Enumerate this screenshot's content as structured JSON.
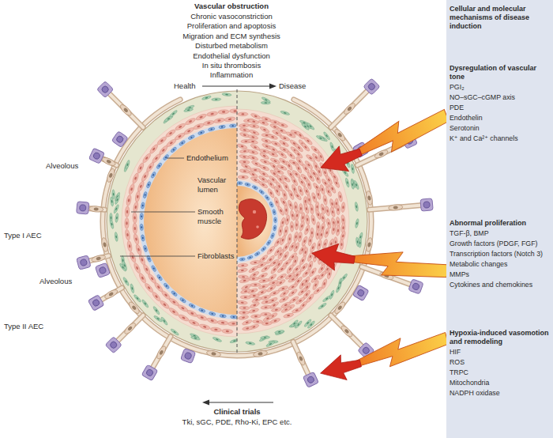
{
  "diagram": {
    "nodes": [
      {
        "text": [
          "Cellular and molecular mechanisms of disease induction",
          "Dysregulation of vascular tone",
          "PGI₂",
          "NO–sGC–cGMP axis",
          "PDE",
          "Endothelin",
          "Serotonin",
          "K⁺ and Ca²⁺ channels",
          "Abnormal proliferation",
          "TGF-β, BMP",
          "Growth factors (PDGF, FGF)",
          "Transcription factors (Notch 3)",
          "Metabolic changes",
          "MMPs",
          "Cytokines and chemokines",
          "Hypoxia-induced vasomotion and remodeling",
          "HIF",
          "ROS",
          "TRPC",
          "Mitochondria",
          "NADPH oxidase"
        ]
      }
    ],
    "labels": [
      "Vascular obstruction",
      "Chronic vasoconstriction",
      "Proliferation and apoptosis",
      "Migration and ECM synthesis",
      "Disturbed metabolism",
      "Endothelial dysfunction",
      "In situ thrombosis",
      "Inflammation",
      "Health",
      "Disease",
      "Alveolous",
      "Type I AEC",
      "Alveolous",
      "Type II AEC",
      "Endothelium",
      "Vascular lumen",
      "Smooth muscle",
      "Fibroblasts",
      "Clinical trials",
      "Tki, sGC, PDE, Rho-Ki, EPC etc."
    ]
  }
}
